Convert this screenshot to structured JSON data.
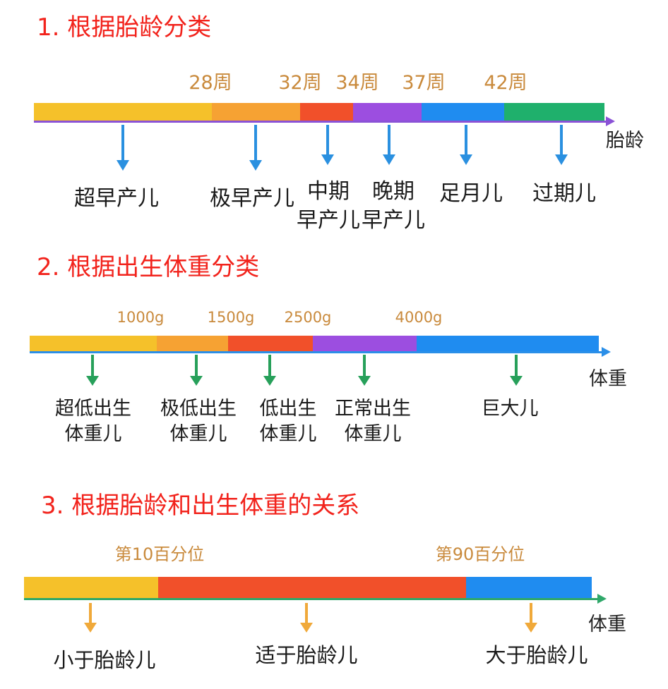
{
  "sections": [
    {
      "heading": "1. 根据胎龄分类",
      "ticks": [
        "28周",
        "32周",
        "34周",
        "37周",
        "42周"
      ],
      "axis_label": "胎龄",
      "segment_colors": [
        "#f5c12a",
        "#f6a233",
        "#f1502a",
        "#9c4ee0",
        "#1f8cf0",
        "#1fb06c"
      ],
      "axis_line_color": "#8a52d6",
      "arrow_color": "#2a90e0",
      "categories": [
        {
          "line1": "超早产儿",
          "line2": ""
        },
        {
          "line1": "极早产儿",
          "line2": ""
        },
        {
          "line1": "中期",
          "line2": "早产儿"
        },
        {
          "line1": "晚期",
          "line2": "早产儿"
        },
        {
          "line1": "足月儿",
          "line2": ""
        },
        {
          "line1": "过期儿",
          "line2": ""
        }
      ]
    },
    {
      "heading": "2. 根据出生体重分类",
      "ticks": [
        "1000g",
        "1500g",
        "2500g",
        "4000g"
      ],
      "axis_label": "体重",
      "segment_colors": [
        "#f5c12a",
        "#f6a233",
        "#f1502a",
        "#9c4ee0",
        "#1f8cf0"
      ],
      "axis_line_color": "#2b8fe8",
      "arrow_color": "#27a05a",
      "categories": [
        {
          "line1": "超低出生",
          "line2": "体重儿"
        },
        {
          "line1": "极低出生",
          "line2": "体重儿"
        },
        {
          "line1": "低出生",
          "line2": "体重儿"
        },
        {
          "line1": "正常出生",
          "line2": "体重儿"
        },
        {
          "line1": "巨大儿",
          "line2": ""
        }
      ]
    },
    {
      "heading": "3. 根据胎龄和出生体重的关系",
      "ticks": [
        "第10百分位",
        "第90百分位"
      ],
      "axis_label": "体重",
      "segment_colors": [
        "#f5c12a",
        "#f1502a",
        "#1f8cf0"
      ],
      "axis_line_color": "#2fa86a",
      "arrow_color": "#f0a93a",
      "categories": [
        {
          "line1": "小于胎龄儿",
          "line2": ""
        },
        {
          "line1": "适于胎龄儿",
          "line2": ""
        },
        {
          "line1": "大于胎龄儿",
          "line2": ""
        }
      ]
    }
  ]
}
